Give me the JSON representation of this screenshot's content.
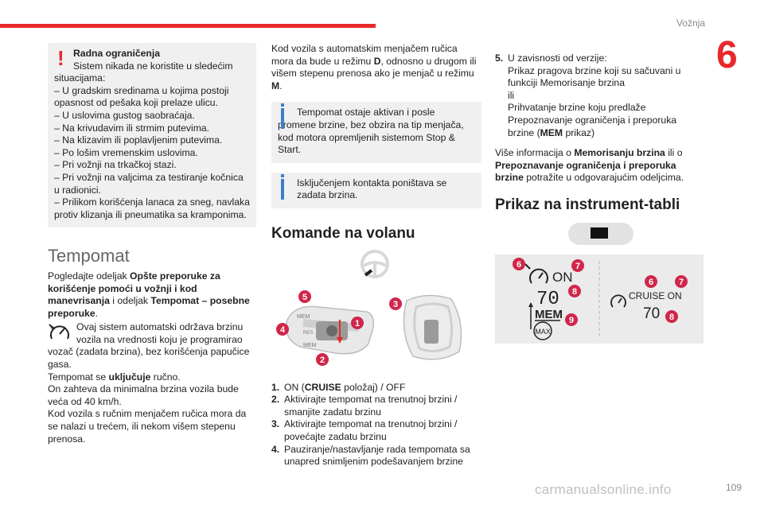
{
  "header": {
    "section": "Vožnja",
    "chapter": "6",
    "page": "109"
  },
  "watermark": "carmanualsonline.info",
  "col1": {
    "warning": {
      "title": "Radna ograničenja",
      "first": "Sistem nikada ne koristite u sledećim",
      "lines": [
        "situacijama:",
        "– U gradskim sredinama u kojima postoji",
        "opasnost od pešaka koji prelaze ulicu.",
        "– U uslovima gustog saobraćaja.",
        "– Na krivudavim ili strmim putevima.",
        "– Na klizavim ili poplavljenim putevima.",
        "– Po lošim vremenskim uslovima.",
        "– Pri vožnji na trkačkoj stazi.",
        "– Pri vožnji na valjcima za testiranje kočnica",
        "u radionici.",
        "– Prilikom korišćenja lanaca za sneg, navlaka",
        "protiv klizanja ili pneumatika sa kramponima."
      ]
    },
    "heading": "Tempomat",
    "intro_a": "Pogledajte odeljak ",
    "intro_b": "Opšte preporuke za korišćenje pomoći u vožnji i kod manevrisanja",
    "intro_c": " i odeljak ",
    "intro_d": "Tempomat – posebne preporuke",
    "intro_e": ".",
    "icon_text_1": "Ovaj sistem automatski održava brzinu",
    "icon_text_2": "vozila na vrednosti koju je programirao",
    "icon_text_rest": "vozač (zadata brzina), bez korišćenja papučice gasa.",
    "on_a": "Tempomat se ",
    "on_b": "uključuje",
    "on_c": " ručno.",
    "speed_req": "On zahteva da minimalna brzina vozila bude veća od 40 km/h.",
    "manual": "Kod vozila s ručnim menjačem ručica mora da se nalazi u trećem, ili nekom višem stepenu prenosa."
  },
  "col2": {
    "auto_a": "Kod vozila s automatskim menjačem ručica mora da bude u režimu ",
    "auto_D": "D",
    "auto_b": ", odnosno u drugom ili višem stepenu prenosa ako je menjač u režimu ",
    "auto_M": "M",
    "auto_c": ".",
    "info1_first": "Tempomat ostaje aktivan i posle",
    "info1_rest": "promene brzine, bez obzira na tip menjača, kod motora opremljenih sistemom Stop & Start.",
    "info2_first": "Isključenjem kontakta poništava se",
    "info2_rest": "zadata brzina.",
    "heading": "Komande na volanu",
    "callouts": [
      "5",
      "4",
      "2",
      "1",
      "3"
    ],
    "lever_labels": [
      "MEM",
      "RES",
      "MEM"
    ],
    "list": [
      {
        "n": "1.",
        "a": "ON (",
        "b": "CRUISE",
        "c": " položaj) / OFF"
      },
      {
        "n": "2.",
        "a": "Aktivirajte tempomat na trenutnoj brzini / smanjite zadatu brzinu"
      },
      {
        "n": "3.",
        "a": "Aktivirajte tempomat na trenutnoj brzini / povećajte zadatu brzinu"
      },
      {
        "n": "4.",
        "a": "Pauziranje/nastavljanje rada tempomata sa unapred snimljenim podešavanjem brzine"
      }
    ]
  },
  "col3": {
    "item5": {
      "n": "5.",
      "l1": "U zavisnosti od verzije:",
      "l2": "Prikaz pragova brzine koji su sačuvani u funkciji Memorisanje brzina",
      "l3": "ili",
      "l4": "Prihvatanje brzine koju predlaže Prepoznavanje ograničenja i preporuka brzine (",
      "l4b": "MEM",
      "l4c": " prikaz)"
    },
    "more_a": "Više informacija o ",
    "more_b": "Memorisanju brzina",
    "more_c": " ili o ",
    "more_d": "Prepoznavanje ograničenja i preporuka brzine",
    "more_e": " potražite u odgovarajućim odeljcima.",
    "heading": "Prikaz na instrument-tabli",
    "display": {
      "left_on": "ON",
      "left_speed": "70",
      "left_mem": "MEM",
      "left_max": "MAX",
      "right_cruise": "CRUISE ON",
      "right_speed": "70",
      "callouts_left": [
        "6",
        "7",
        "8",
        "9"
      ],
      "callouts_right": [
        "6",
        "7",
        "8"
      ]
    }
  },
  "colors": {
    "accent": "#e8282b",
    "info": "#3a7fc8",
    "box": "#f0f0f0",
    "callout": "#d0264a"
  }
}
